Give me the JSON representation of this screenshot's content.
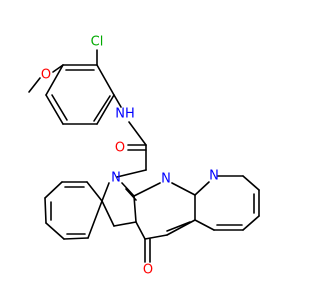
{
  "colors": {
    "bond": "#000000",
    "carbon": "#000000",
    "nitrogen": "#0000ff",
    "oxygen": "#ff0000",
    "chlorine": "#00aa00"
  },
  "labels": {
    "cl": "Cl",
    "o_methoxy": "O",
    "nh": "NH",
    "o_amide": "O",
    "n_ring": "N",
    "n_pyrimidine": "N",
    "n_pyridine": "N",
    "o_keto": "O"
  }
}
